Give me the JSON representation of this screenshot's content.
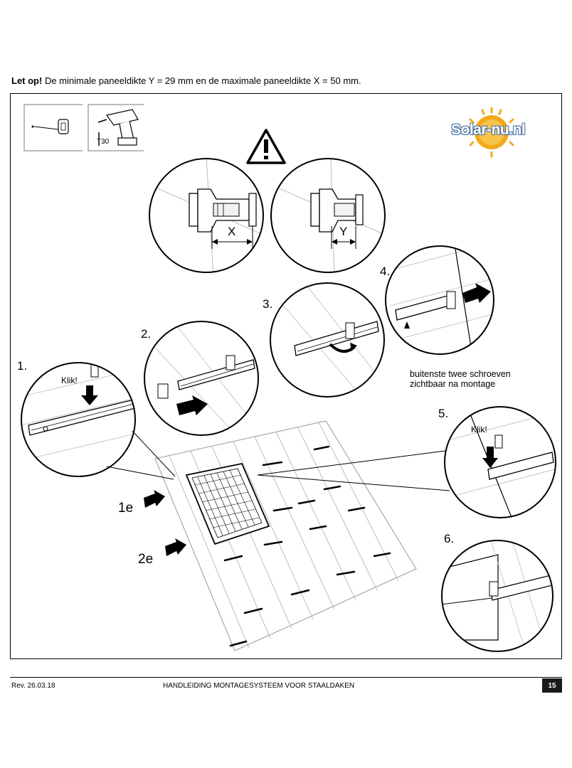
{
  "header": {
    "note_bold": "Let op!",
    "note_text": "De minimale paneeldikte Y = 29 mm en de maximale paneeldikte X = 50 mm."
  },
  "logo": {
    "text": "Solar-nu.nl",
    "icon": "sun-icon"
  },
  "tools": {
    "torx_label": "T30"
  },
  "steps": {
    "step1": "1.",
    "step2": "2.",
    "step3": "3.",
    "step4": "4.",
    "step5": "5.",
    "step6": "6.",
    "click1": "Klik!",
    "click5": "Klik!",
    "dim_x": "X",
    "dim_y": "Y",
    "step4_note_line1": "buitenste twee schroeven",
    "step4_note_line2": "zichtbaar na montage"
  },
  "rows": {
    "first": "1e",
    "second": "2e"
  },
  "footer": {
    "revision": "Rev. 26.03.18",
    "title": "HANDLEIDING MONTAGESYSTEEM VOOR STAALDAKEN",
    "page": "15"
  },
  "colors": {
    "logo_sun": "#f2a91c",
    "logo_text_outline": "#4a6fa0",
    "line": "#000000"
  }
}
